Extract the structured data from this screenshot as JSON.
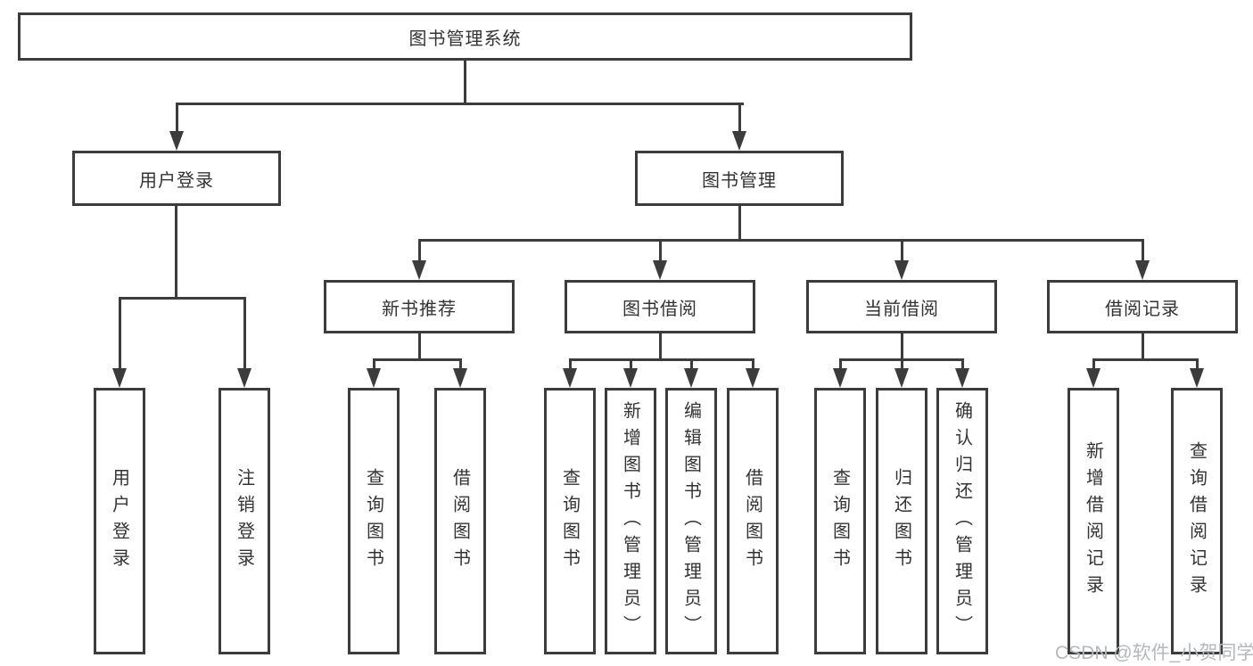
{
  "tree": {
    "root": "图书管理系统",
    "branches": [
      {
        "label": "用户登录",
        "leaves": [
          "用户登录",
          "注销登录"
        ]
      },
      {
        "label": "图书管理",
        "groups": [
          {
            "label": "新书推荐",
            "leaves": [
              "查询图书",
              "借阅图书"
            ]
          },
          {
            "label": "图书借阅",
            "leaves": [
              "查询图书",
              "新增图书（管理员）",
              "编辑图书（管理员）",
              "借阅图书"
            ]
          },
          {
            "label": "当前借阅",
            "leaves": [
              "查询图书",
              "归还图书",
              "确认归还（管理员）"
            ]
          },
          {
            "label": "借阅记录",
            "leaves": [
              "新增借阅记录",
              "查询借阅记录"
            ]
          }
        ]
      }
    ]
  },
  "watermark": "CSDN @软件_小贺同学",
  "colors": {
    "line": "#3c3c3c",
    "text": "#333333",
    "watermark": "#b4b8be",
    "background": "#ffffff"
  }
}
